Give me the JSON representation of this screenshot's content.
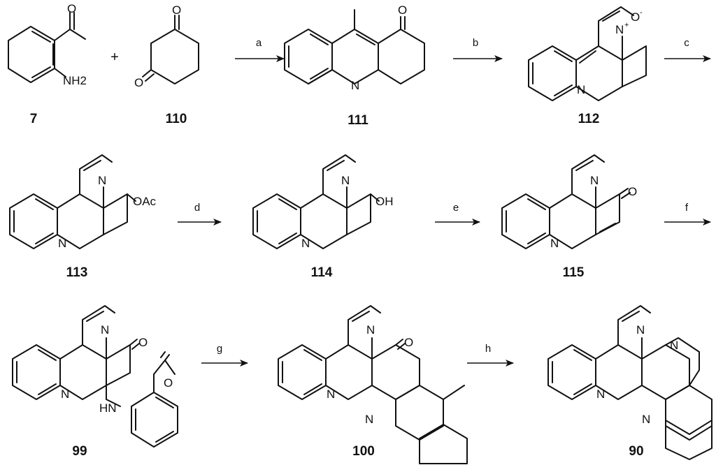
{
  "compounds": [
    {
      "id": "7",
      "atoms": [
        "O",
        "NH2"
      ]
    },
    {
      "id": "110",
      "atoms": [
        "O",
        "O"
      ]
    },
    {
      "id": "111",
      "atoms": [
        "O",
        "N"
      ]
    },
    {
      "id": "112",
      "atoms": [
        "N",
        "+",
        "O",
        "-",
        "N"
      ]
    },
    {
      "id": "113",
      "atoms": [
        "N",
        "OAc",
        "N"
      ]
    },
    {
      "id": "114",
      "atoms": [
        "N",
        "OH",
        "N"
      ]
    },
    {
      "id": "115",
      "atoms": [
        "N",
        "O",
        "N"
      ]
    },
    {
      "id": "99",
      "atoms": [
        "N",
        "O",
        "N",
        "HN",
        "O"
      ]
    },
    {
      "id": "100",
      "atoms": [
        "N",
        "O",
        "N",
        "N"
      ]
    },
    {
      "id": "90",
      "atoms": [
        "N",
        "N",
        "N",
        "N"
      ]
    }
  ],
  "plus": "+",
  "steps": [
    "a",
    "b",
    "c",
    "d",
    "e",
    "f",
    "g",
    "h"
  ]
}
